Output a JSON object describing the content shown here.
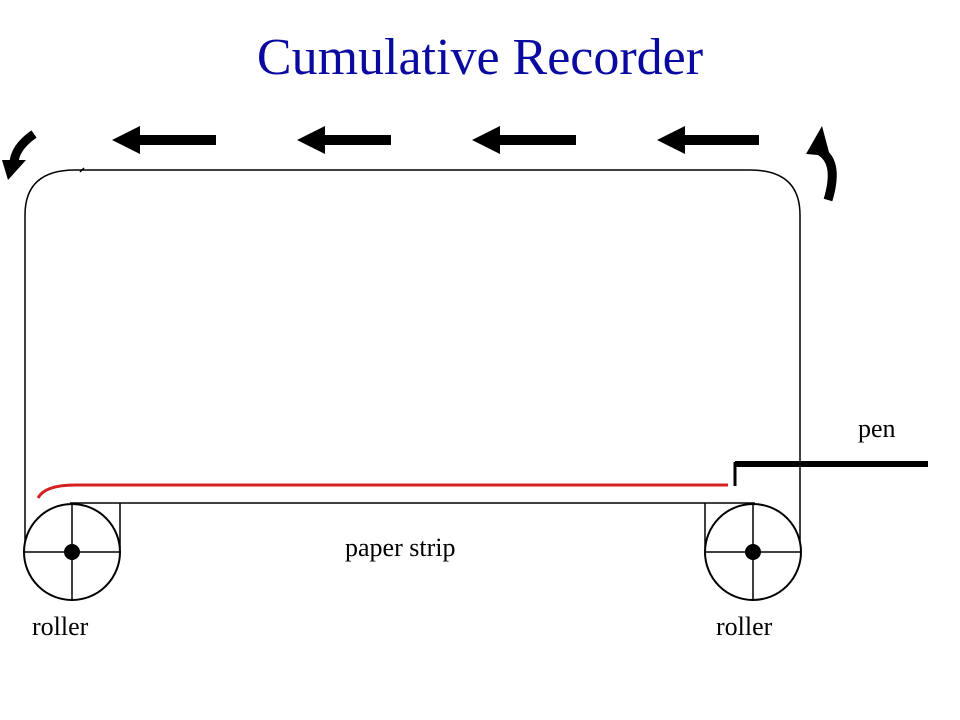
{
  "title": "Cumulative Recorder",
  "labels": {
    "pen": "pen",
    "paper_strip": "paper strip",
    "roller_left": "roller",
    "roller_right": "roller"
  },
  "colors": {
    "title": "#0a0aa0",
    "record_trace": "#d42020",
    "ink": "#000000"
  },
  "icons": {
    "direction_arrows": "arrow-left-icon",
    "rotation_left": "curved-arrow-ccw-icon",
    "rotation_right": "curved-arrow-cw-icon"
  }
}
